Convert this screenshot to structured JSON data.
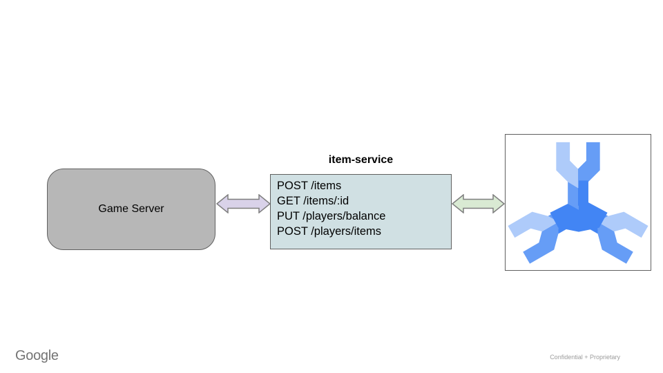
{
  "slide": {
    "game_server": {
      "label": "Game Server"
    },
    "item_service": {
      "title": "item-service",
      "endpoints": [
        "POST /items",
        "GET /items/:id",
        "PUT /players/balance",
        "POST /players/items"
      ]
    },
    "footer": {
      "brand": "Google",
      "note": "Confidential + Proprietary"
    }
  },
  "colors": {
    "text": "#000000",
    "box-gray-fill": "#b7b7b7",
    "box-gray-border": "#5f5f5f",
    "service-fill": "#d0e0e3",
    "service-border": "#5f5f5f",
    "arrow-left-fill": "#d9d2e9",
    "arrow-right-fill": "#d9ead3",
    "arrow-stroke": "#7e7e7e",
    "spanner-light": "#aecbfa",
    "spanner-medium": "#669df6",
    "spanner-dark": "#4285f4",
    "brand-gray": "#747474",
    "footer-gray": "#9c9c9c"
  }
}
